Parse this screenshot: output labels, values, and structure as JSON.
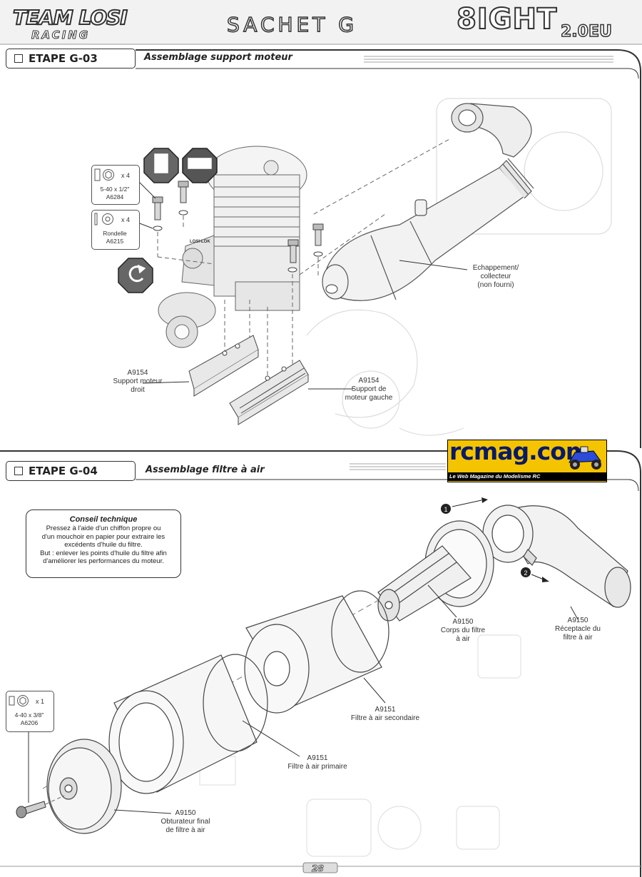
{
  "header": {
    "brand": "TEAM LOSI",
    "brand_sub": "RACING",
    "bag_title": "SACHET G",
    "model": "8IGHT",
    "model_sub": "2.0EU"
  },
  "step_g03": {
    "title": "ETAPE G-03",
    "subtitle": "Assemblage support moteur",
    "tool_label": "LOSI-LOK",
    "screw": {
      "qty": "x 4",
      "size": "5-40 x 1/2\"",
      "part": "A6284"
    },
    "washer": {
      "qty": "x 4",
      "name": "Rondelle",
      "part": "A6215"
    },
    "exhaust": {
      "line1": "Echappement/",
      "line2": "collecteur",
      "line3": "(non fourni)"
    },
    "mount_right": {
      "part": "A9154",
      "line1": "Support moteur",
      "line2": "droit"
    },
    "mount_left": {
      "part": "A9154",
      "line1": "Support de",
      "line2": "moteur gauche"
    }
  },
  "step_g04": {
    "title": "ETAPE G-04",
    "subtitle": "Assemblage filtre à air",
    "tip": {
      "title": "Conseil technique",
      "line1": "Pressez à l'aide d'un chiffon propre ou",
      "line2": "d'un mouchoir en papier pour extraire les",
      "line3": "excédents d'huile du filtre.",
      "line4": "But : enlever les points d'huile du filtre afin",
      "line5": "d'améliorer les performances du moteur."
    },
    "callout1": "1",
    "callout2": "2",
    "body": {
      "part": "A9150",
      "line1": "Corps du filtre",
      "line2": "à air"
    },
    "receptacle": {
      "part": "A9150",
      "line1": "Réceptacle du",
      "line2": "filtre à air"
    },
    "secondary": {
      "part": "A9151",
      "line1": "Filtre à air secondaire"
    },
    "primary": {
      "part": "A9151",
      "line1": "Filtre à air primaire"
    },
    "screw": {
      "qty": "x 1",
      "size": "4-40 x 3/8\"",
      "part": "A6206"
    },
    "end_cap": {
      "part": "A9150",
      "line1": "Obturateur final",
      "line2": "de filtre à air"
    }
  },
  "watermark": {
    "name": "rcmag.com",
    "tagline": "Le Web Magazine du Modelisme RC"
  },
  "page_number": "28"
}
